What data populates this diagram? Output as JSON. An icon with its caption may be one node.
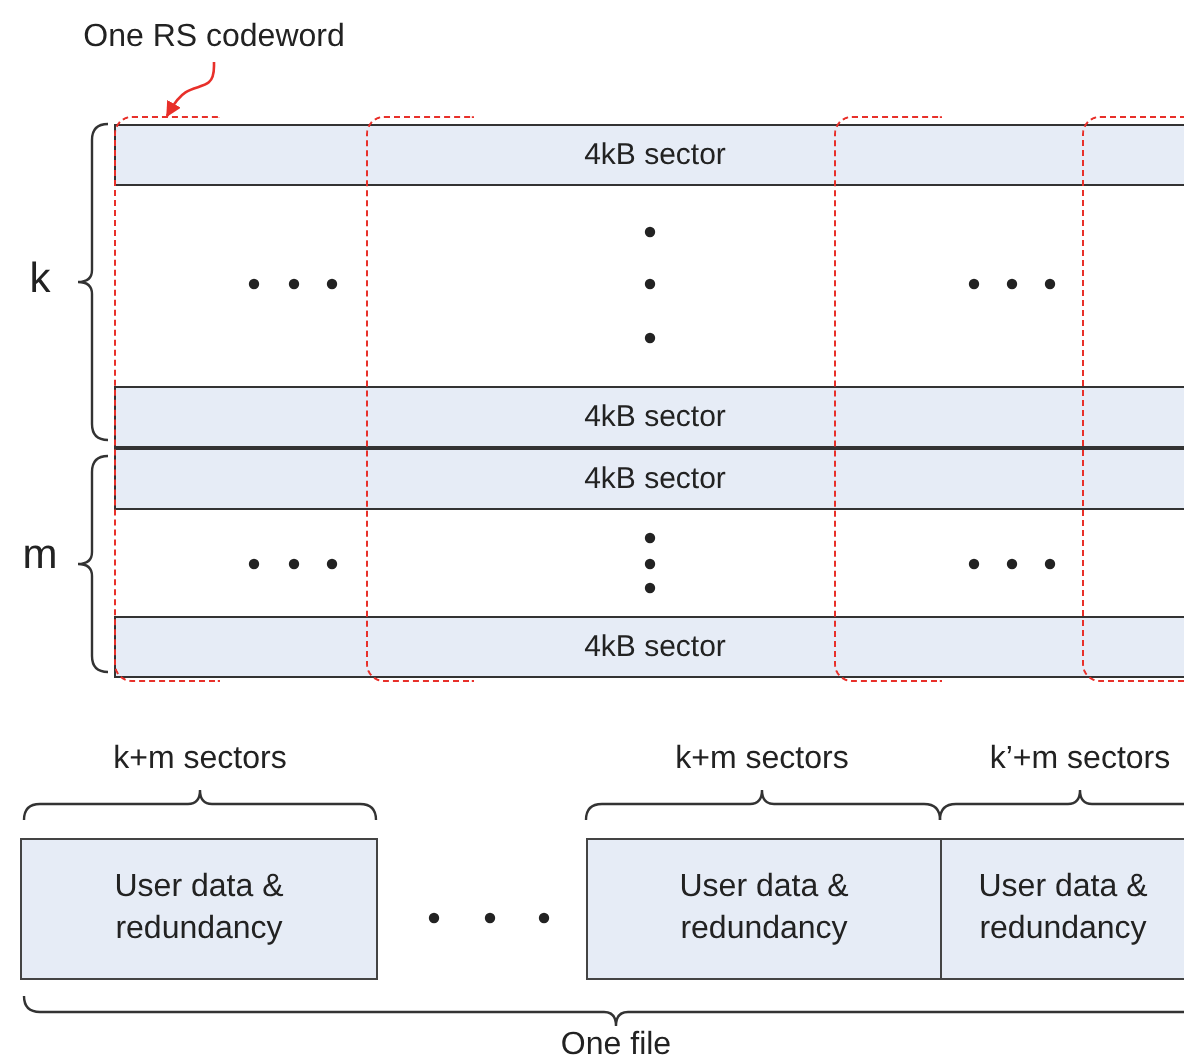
{
  "diagram": {
    "nodes": [
      {
        "text": [
          "One RS codeword"
        ]
      },
      {
        "text": [
          "4kB sector"
        ]
      },
      {
        "text": [
          "4kB sector"
        ]
      },
      {
        "text": [
          "4kB sector"
        ]
      },
      {
        "text": [
          "4kB sector"
        ]
      },
      {
        "text": [],
        "shape": "box"
      },
      {
        "text": [],
        "shape": "box"
      },
      {
        "text": [],
        "shape": "box"
      },
      {
        "text": [],
        "shape": "box"
      },
      {
        "text": [
          "User data & redundancy"
        ]
      },
      {
        "text": [
          "User data & redundancy"
        ]
      },
      {
        "text": [
          "User data & redundancy"
        ]
      }
    ],
    "edges": [
      {
        "from": 0,
        "to": 5,
        "arrow": "to",
        "color": "#e8302a"
      }
    ],
    "labels": [
      "k",
      "m",
      "k+m sectors",
      "k+m sectors",
      "k’+m sectors",
      "One file"
    ]
  }
}
